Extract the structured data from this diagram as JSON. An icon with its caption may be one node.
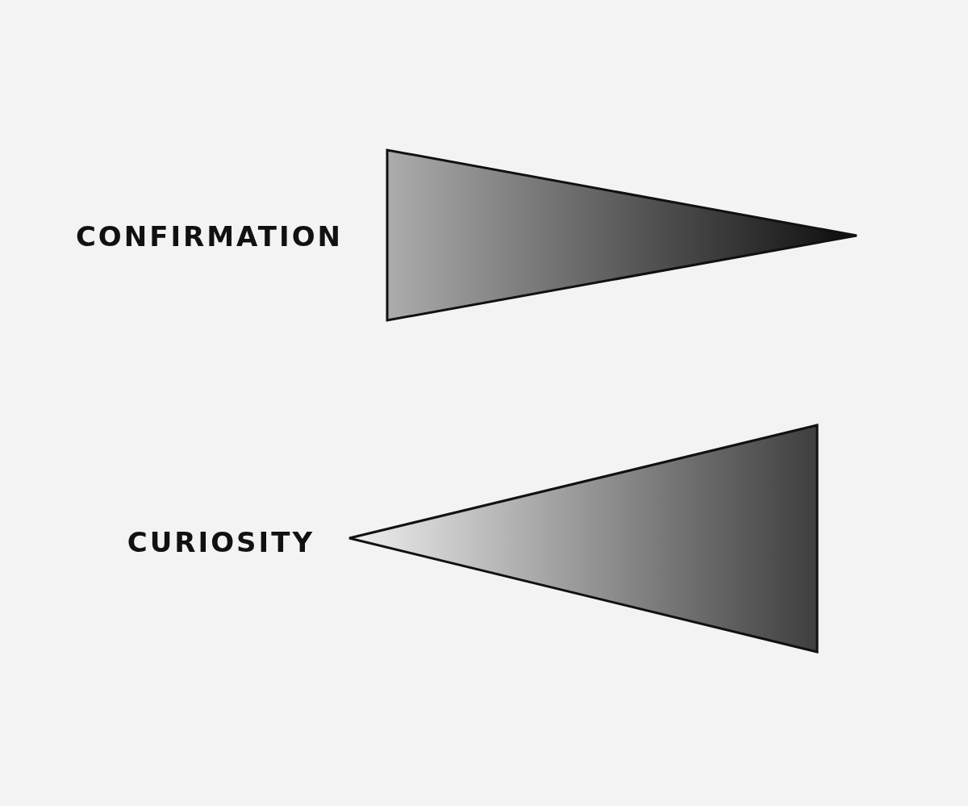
{
  "diagram": {
    "nodes": [
      {
        "text": [],
        "shape": "triangle",
        "beside": [
          "CONFIRMATION"
        ]
      },
      {
        "text": [],
        "shape": "triangle",
        "beside": [
          "CURIOSITY"
        ]
      }
    ]
  }
}
